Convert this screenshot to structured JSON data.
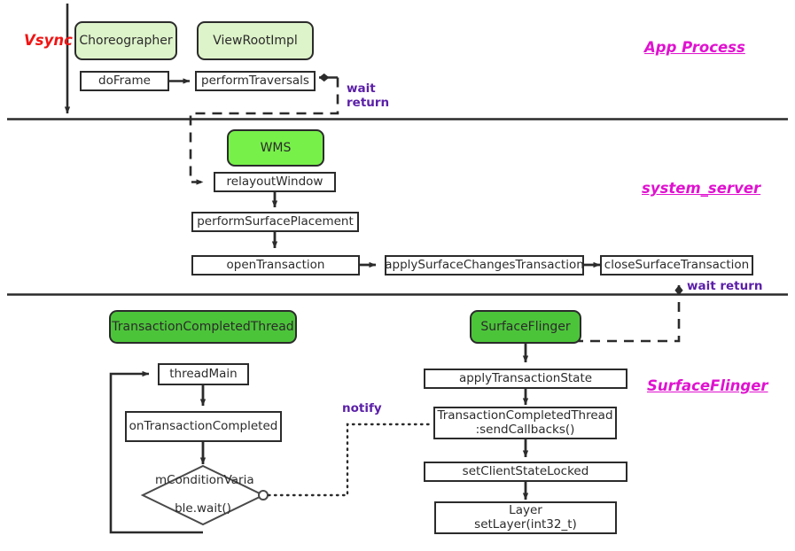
{
  "diagram": {
    "title": "Android frame rendering call flow across App Process, system_server and SurfaceFlinger",
    "type": "sequence-flow-diagram",
    "colors": {
      "vsync_label": "#f01414",
      "lane_label": "#e012d0",
      "note_label": "#5b1fa8",
      "class_pale_green": "#ddf3c9",
      "class_lime_green": "#77f04a",
      "class_green": "#4cc43a",
      "stroke": "#2b2b2b",
      "background": "#ffffff"
    },
    "lanes": [
      {
        "id": "app",
        "label": "App Process"
      },
      {
        "id": "system_server",
        "label": "system_server"
      },
      {
        "id": "surfaceflinger",
        "label": "SurfaceFlinger"
      }
    ],
    "signals": {
      "vsync": "Vsync",
      "wait_return_app": "wait\nreturn",
      "wait_return_app_line1": "wait",
      "wait_return_app_line2": "return",
      "wait_return_sf": "wait return",
      "notify": "notify"
    },
    "classes": [
      {
        "id": "choreographer",
        "label": "Choreographer",
        "style": "pale"
      },
      {
        "id": "viewrootimpl",
        "label": "ViewRootImpl",
        "style": "pale"
      },
      {
        "id": "wms",
        "label": "WMS",
        "style": "lime"
      },
      {
        "id": "tct",
        "label": "TransactionCompletedThread",
        "style": "green"
      },
      {
        "id": "surfaceflinger",
        "label": "SurfaceFlinger",
        "style": "green"
      }
    ],
    "methods": [
      {
        "id": "doFrame",
        "label": "doFrame"
      },
      {
        "id": "performTraversals",
        "label": "performTraversals"
      },
      {
        "id": "relayoutWindow",
        "label": "relayoutWindow"
      },
      {
        "id": "performSurfacePlacement",
        "label": "performSurfacePlacement"
      },
      {
        "id": "openTransaction",
        "label": "openTransaction"
      },
      {
        "id": "applySurfaceChangesTransaction",
        "label": "applySurfaceChangesTransaction"
      },
      {
        "id": "closeSurfaceTransaction",
        "label": "closeSurfaceTransaction"
      },
      {
        "id": "threadMain",
        "label": "threadMain"
      },
      {
        "id": "onTransactionCompleted",
        "label": "onTransactionCompleted"
      },
      {
        "id": "applyTransactionState",
        "label": "applyTransactionState"
      },
      {
        "id": "sendCallbacks",
        "label": "TransactionCompletedThread\n:sendCallbacks()"
      },
      {
        "id": "sendCallbacks_line1",
        "label": "TransactionCompletedThread"
      },
      {
        "id": "sendCallbacks_line2",
        "label": ":sendCallbacks()"
      },
      {
        "id": "setClientStateLocked",
        "label": "setClientStateLocked"
      },
      {
        "id": "setLayer",
        "label": "Layer\nsetLayer(int32_t)"
      },
      {
        "id": "setLayer_line1",
        "label": "Layer"
      },
      {
        "id": "setLayer_line2",
        "label": "setLayer(int32_t)"
      }
    ],
    "decision": {
      "id": "conditionWait",
      "label": "mConditionVariable.wait()",
      "label_line1": "mConditionVaria",
      "label_line2": "ble.wait()"
    }
  }
}
